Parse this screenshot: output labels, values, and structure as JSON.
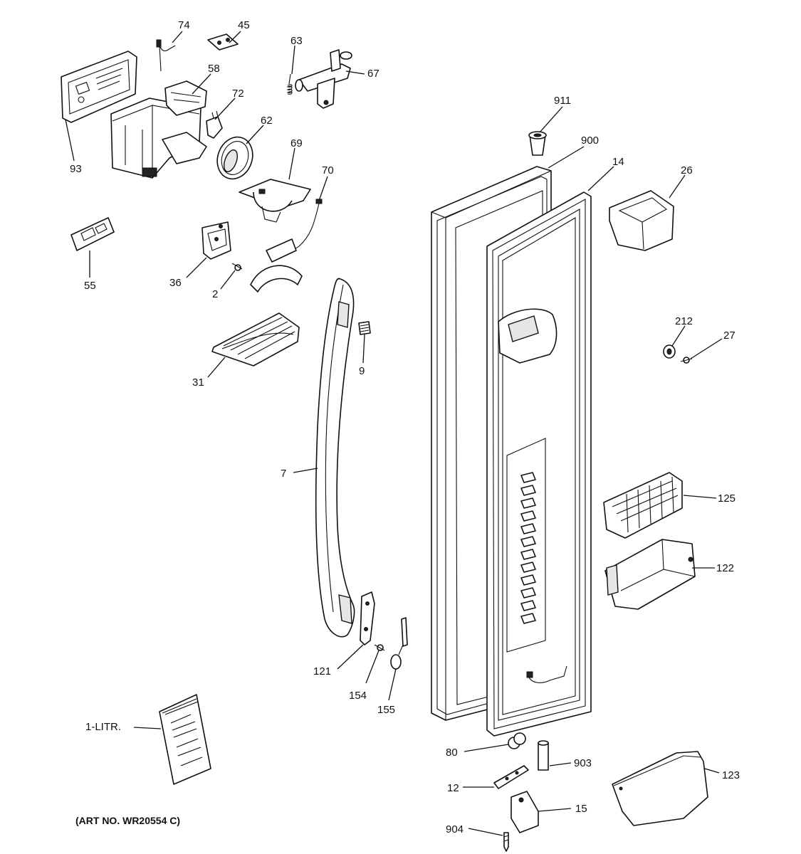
{
  "diagram": {
    "callouts": {
      "c74": "74",
      "c45": "45",
      "c63": "63",
      "c67": "67",
      "c58": "58",
      "c72": "72",
      "c62": "62",
      "c93": "93",
      "c69": "69",
      "c70": "70",
      "c911": "911",
      "c900": "900",
      "c14": "14",
      "c26": "26",
      "c55": "55",
      "c36": "36",
      "c2": "2",
      "c9": "9",
      "c31": "31",
      "c212": "212",
      "c27": "27",
      "c7": "7",
      "c125": "125",
      "c122": "122",
      "c121": "121",
      "c154": "154",
      "c155": "155",
      "c1litr": "1-LITR.",
      "c80": "80",
      "c903": "903",
      "c123": "123",
      "c12": "12",
      "c15": "15",
      "c904": "904"
    },
    "art_number": "(ART NO. WR20554 C)"
  }
}
